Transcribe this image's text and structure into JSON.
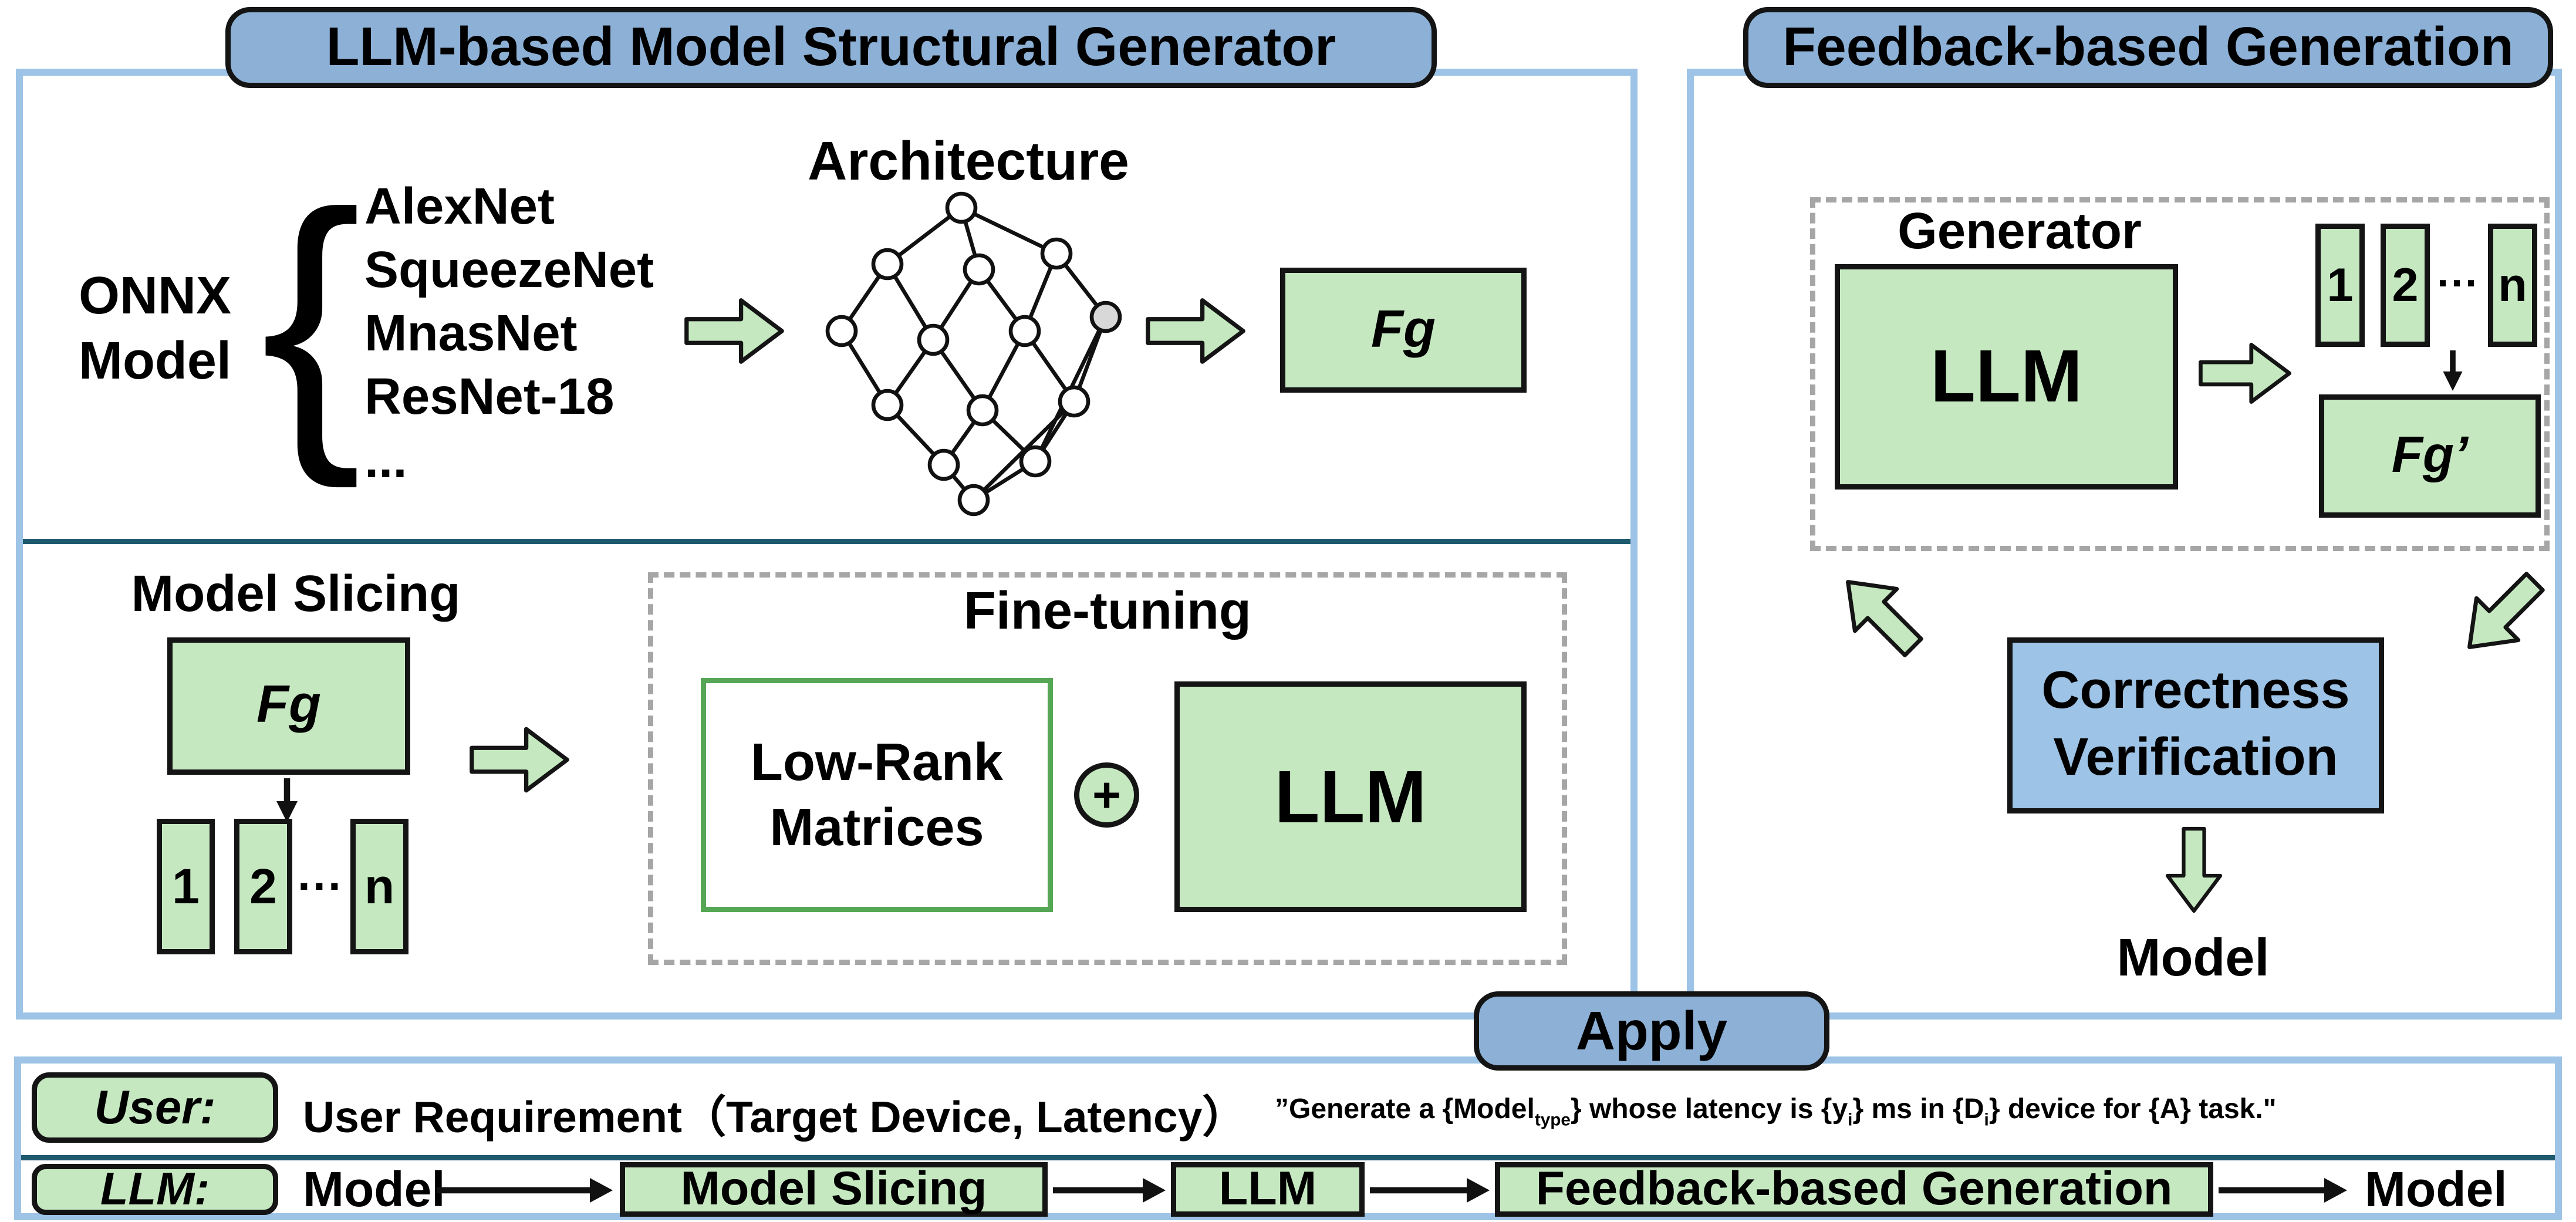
{
  "left_panel": {
    "title": "LLM-based Model Structural Generator",
    "onnx_line1": "ONNX",
    "onnx_line2": "Model",
    "brace": "{",
    "model_list": [
      "AlexNet",
      "SqueezeNet",
      "MnasNet",
      "ResNet-18",
      "..."
    ],
    "architecture_label": "Architecture",
    "fg_label": "Fg",
    "model_slicing_label": "Model Slicing",
    "slicing_fg_label": "Fg",
    "slices": [
      "1",
      "2",
      "···",
      "n"
    ],
    "fine_tuning_label": "Fine-tuning",
    "low_rank_line1": "Low-Rank",
    "low_rank_line2": "Matrices",
    "plus_icon": "+",
    "llm_label": "LLM"
  },
  "right_panel": {
    "title": "Feedback-based Generation",
    "generator_label": "Generator",
    "llm_label": "LLM",
    "slices": [
      "1",
      "2",
      "···",
      "n"
    ],
    "fg_prime_label": "Fg’",
    "correctness_line1": "Correctness",
    "correctness_line2": "Verification",
    "model_label": "Model"
  },
  "apply": {
    "title": "Apply",
    "user_tag": "User:",
    "requirement": "User  Requirement（Target Device, Latency）",
    "quote_p1": "”Generate a {Model",
    "quote_sub1": "type",
    "quote_p2": "} whose latency is {y",
    "quote_sub2": "i",
    "quote_p3": "} ms in {D",
    "quote_sub3": "i",
    "quote_p4": "} device for {A} task.\"",
    "llm_tag": "LLM:",
    "flow_start": "Model",
    "flow_steps": [
      "Model Slicing",
      "LLM",
      "Feedback-based Generation"
    ],
    "flow_end": "Model"
  },
  "colors": {
    "box_green": "#C5E8C0",
    "title_blue": "#8CB0D6",
    "verify_blue": "#9DC3E6",
    "panel_border_blue": "#9DC3E6",
    "divider_teal": "#1E5A6E",
    "low_rank_border_green": "#55A755"
  }
}
